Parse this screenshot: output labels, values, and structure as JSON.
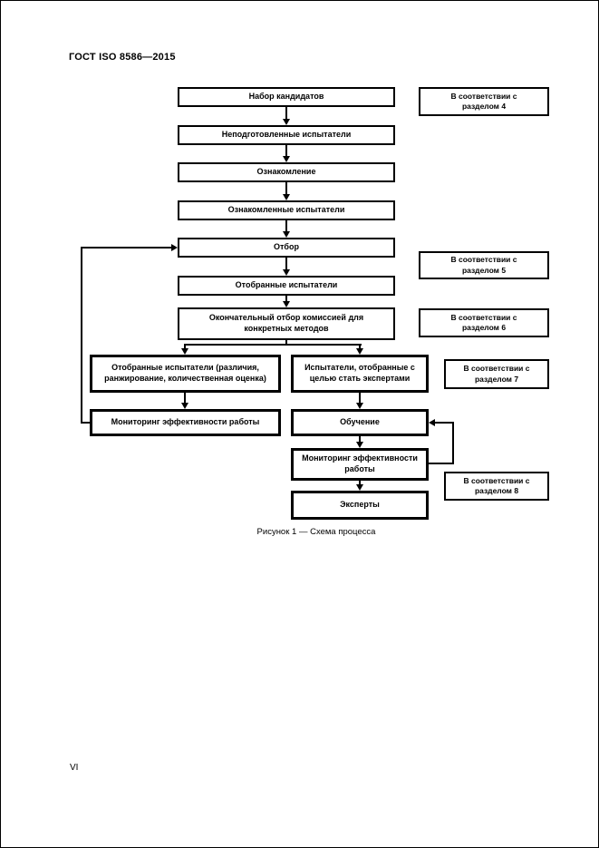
{
  "document": {
    "header": "ГОСТ ISO 8586—2015",
    "page_number": "VI"
  },
  "figure": {
    "caption": "Рисунок 1 — Схема процесса",
    "process_boxes": {
      "candidates": "Набор кандидатов",
      "untrained": "Неподготовленные испытатели",
      "familiarization": "Ознакомление",
      "familiarized": "Ознакомленные испытатели",
      "selection": "Отбор",
      "selected": "Отобранные испытатели",
      "final_selection": "Окончательный отбор комиссией для конкретных методов",
      "selected_for_methods": "Отобранные испытатели (различия, ранжирование, количественная оценка)",
      "selected_to_become_experts": "Испытатели, отобранные с целью стать экспертами",
      "monitoring_left": "Мониторинг эффективности работы",
      "training": "Обучение",
      "monitoring_right": "Мониторинг эффективности работы",
      "experts": "Эксперты"
    },
    "section_notes": {
      "section4": "В соответствии с разделом 4",
      "section5": "В соответствии с разделом 5",
      "section6": "В соответствии с разделом 6",
      "section7": "В соответствии с разделом 7",
      "section8": "В соответствии с разделом 8"
    }
  }
}
